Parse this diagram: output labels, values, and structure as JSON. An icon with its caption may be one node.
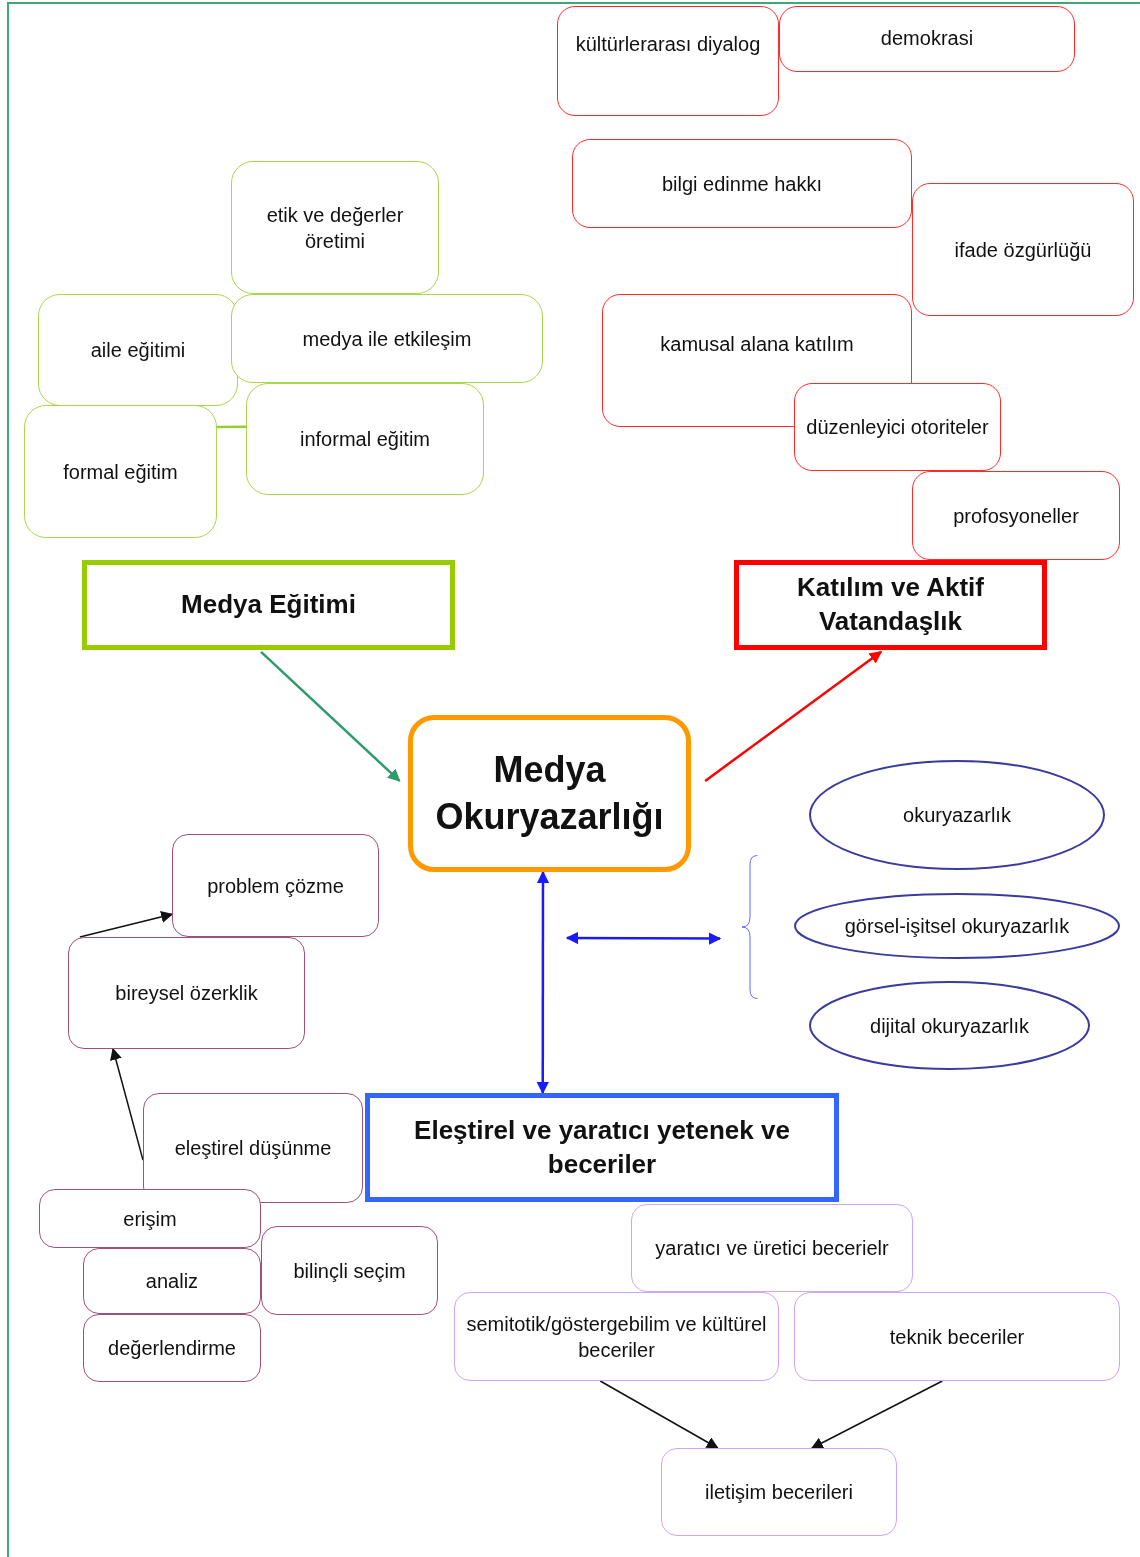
{
  "diagram": {
    "nodes": [
      {
        "text": [
          "kültürlerarası diyalog"
        ]
      },
      {
        "text": [
          "demokrasi"
        ]
      },
      {
        "text": [
          "etik ve değerler öretimi"
        ]
      },
      {
        "text": [
          "bilgi edinme hakkı"
        ]
      },
      {
        "text": [
          "ifade özgürlüğü"
        ]
      },
      {
        "text": [
          "aile eğitimi"
        ]
      },
      {
        "text": [
          "medya ile etkileşim"
        ]
      },
      {
        "text": [
          "kamusal alana katılım"
        ]
      },
      {
        "text": [
          "informal eğitim"
        ]
      },
      {
        "text": [
          "formal eğitim"
        ]
      },
      {
        "text": [
          "düzenleyici otoriteler"
        ]
      },
      {
        "text": [
          "profosyoneller"
        ]
      },
      {
        "text": [
          "Medya Eğitimi"
        ]
      },
      {
        "text": [
          "Katılım ve Aktif Vatandaşlık"
        ]
      },
      {
        "text": [
          "Medya Okuryazarlığı"
        ]
      },
      {
        "text": [
          "okuryazarlık"
        ]
      },
      {
        "text": [
          "problem çözme"
        ]
      },
      {
        "text": [
          "görsel-işitsel okuryazarlık"
        ]
      },
      {
        "text": [
          "bireysel özerklik"
        ]
      },
      {
        "text": [
          "dijital okuryazarlık"
        ]
      },
      {
        "text": [],
        "shape": "brace"
      },
      {
        "text": [
          "eleştirel düşünme"
        ]
      },
      {
        "text": [
          "Eleştirel ve yaratıcı yetenek ve beceriler"
        ]
      },
      {
        "text": [
          "erişim"
        ]
      },
      {
        "text": [
          "yaratıcı ve üretici becerielr"
        ]
      },
      {
        "text": [
          "bilinçli seçim"
        ]
      },
      {
        "text": [
          "analiz"
        ]
      },
      {
        "text": [
          "semitotik/göstergebilim ve kültürel beceriler"
        ]
      },
      {
        "text": [
          "teknik beceriler"
        ]
      },
      {
        "text": [
          "değerlendirme"
        ]
      },
      {
        "text": [
          "iletişim becerileri"
        ]
      }
    ],
    "edges": [
      {
        "from": 12,
        "to": 14,
        "arrow": "to",
        "color": "#2e9b6b"
      },
      {
        "from": 14,
        "to": 13,
        "arrow": "to",
        "color": "#ff0000"
      },
      {
        "from": 14,
        "to": 22,
        "arrow": "both",
        "color": "#1a1aff"
      },
      {
        "from": null,
        "to": 20,
        "arrow": "both",
        "color": "#1a1aff"
      },
      {
        "from": 18,
        "to": 16,
        "arrow": "to"
      },
      {
        "from": 21,
        "to": 18,
        "arrow": "to"
      },
      {
        "from": 9,
        "to": 8,
        "arrow": "none",
        "color": "#99cc33"
      },
      {
        "from": 27,
        "to": 30,
        "arrow": "to"
      },
      {
        "from": 28,
        "to": 30,
        "arrow": "to"
      }
    ]
  }
}
